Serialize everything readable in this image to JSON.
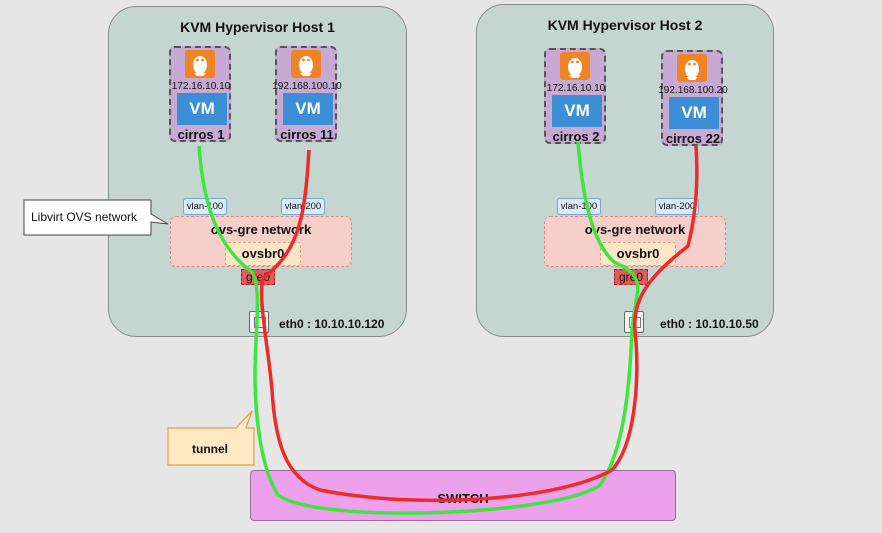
{
  "hosts": [
    {
      "title": "KVM Hypervisor Host 1",
      "vms": [
        {
          "ip": "172.16.10.10",
          "badge": "VM",
          "name": "cirros 1"
        },
        {
          "ip": "192.168.100.10",
          "badge": "VM",
          "name": "cirros 11"
        }
      ],
      "vlans": [
        "vlan-100",
        "vlan-200"
      ],
      "network": "ovs-gre network",
      "bridge": "ovsbr0",
      "gre": "gre0",
      "eth": "eth0 : 10.10.10.120"
    },
    {
      "title": "KVM Hypervisor Host 2",
      "vms": [
        {
          "ip": "172.16.10.10",
          "badge": "VM",
          "name": "cirros 2"
        },
        {
          "ip": "192.168.100.20",
          "badge": "VM",
          "name": "cirros 22"
        }
      ],
      "vlans": [
        "vlan-100",
        "vlan-200"
      ],
      "network": "ovs-gre network",
      "bridge": "ovsbr0",
      "gre": "gre0",
      "eth": "eth0 : 10.10.10.50"
    }
  ],
  "callouts": {
    "libvirt": "Libvirt OVS network",
    "tunnel": "tunnel"
  },
  "switch": {
    "label": "SWITCH"
  },
  "colors": {
    "green_link": "#3de63d",
    "red_link": "#ee2a2a",
    "host_bg": "#c5d6d0",
    "vm_box": "#c7aad3",
    "vm_tile": "#3c8fd4",
    "os_icon": "#f08424",
    "switch": "#eda0ec"
  },
  "icons": [
    "linux-tux-icon",
    "ethernet-port-icon"
  ]
}
